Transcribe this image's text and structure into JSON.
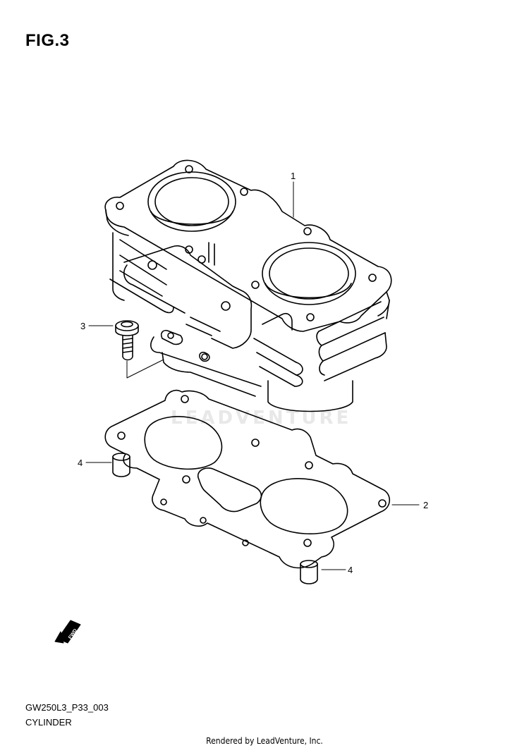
{
  "figure": {
    "title": "FIG.3",
    "code": "GW250L3_P33_003",
    "name": "CYLINDER"
  },
  "callouts": [
    {
      "number": "1",
      "part": "cylinder"
    },
    {
      "number": "2",
      "part": "gasket"
    },
    {
      "number": "3",
      "part": "bolt"
    },
    {
      "number": "4",
      "part": "dowel-pin"
    },
    {
      "number": "4",
      "part": "dowel-pin"
    }
  ],
  "fwd_label": "FWD",
  "watermark": "LEADVENTURE",
  "footer": {
    "credit": "Rendered by LeadVenture, Inc."
  }
}
